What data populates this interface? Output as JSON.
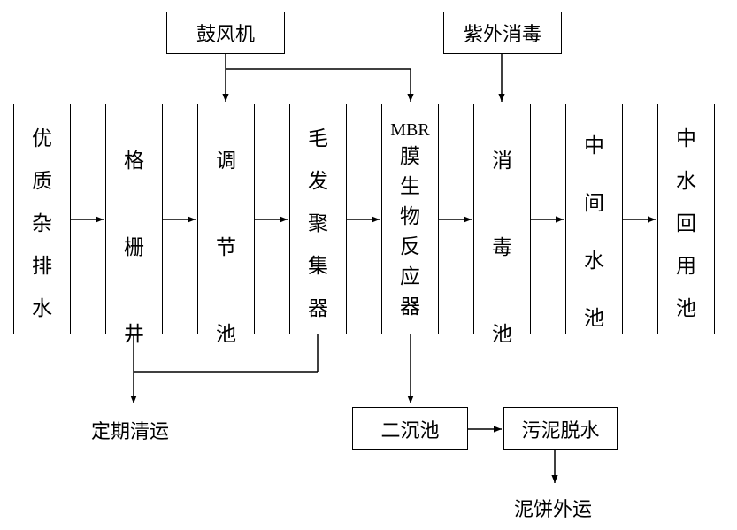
{
  "inputs": {
    "blower": "鼓风机",
    "uv": "紫外消毒"
  },
  "process": {
    "source": "优质杂排水",
    "screen_well": "格栅井",
    "equalization_tank": "调节池",
    "hair_collector": "毛发聚集器",
    "mbr_prefix": "MBR",
    "mbr_rest": "膜生物反应器",
    "disinfection_tank": "消毒池",
    "intermediate_tank": "中间水池",
    "reuse_tank": "中水回用池"
  },
  "sludge": {
    "periodic_removal": "定期清运",
    "secondary_settling": "二沉池",
    "dewatering": "污泥脱水",
    "cake_removal": "泥饼外运"
  }
}
